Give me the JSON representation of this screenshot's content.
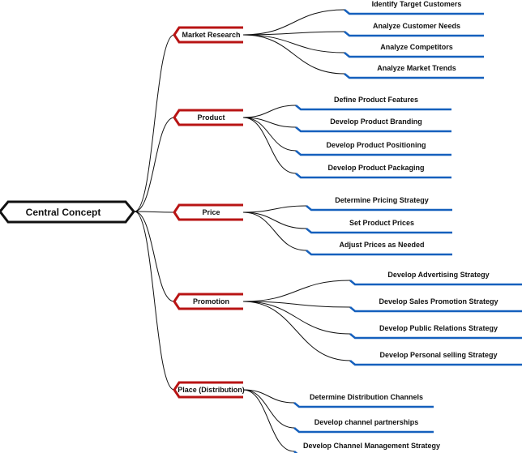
{
  "colors": {
    "center_stroke": "#111111",
    "branch_stroke": "#b81414",
    "leaf_stroke": "#1560bd",
    "connector": "#111111"
  },
  "center": {
    "label": "Central Concept"
  },
  "branches": [
    {
      "label": "Market Research",
      "leaves": [
        "Identify Target Customers",
        "Analyze Customer Needs",
        "Analyze Competitors",
        "Analyze Market Trends"
      ]
    },
    {
      "label": "Product",
      "leaves": [
        "Define Product Features",
        "Develop Product Branding",
        "Develop Product Positioning",
        "Develop Product Packaging"
      ]
    },
    {
      "label": "Price",
      "leaves": [
        "Determine Pricing Strategy",
        "Set Product Prices",
        "Adjust Prices as Needed"
      ]
    },
    {
      "label": "Promotion",
      "leaves": [
        "Develop Advertising Strategy",
        "Develop Sales Promotion Strategy",
        "Develop Public Relations Strategy",
        "Develop Personal selling Strategy"
      ]
    },
    {
      "label": "Place (Distribution)",
      "leaves": [
        "Determine Distribution Channels",
        "Develop channel partnerships",
        "Develop Channel Management Strategy"
      ]
    }
  ]
}
